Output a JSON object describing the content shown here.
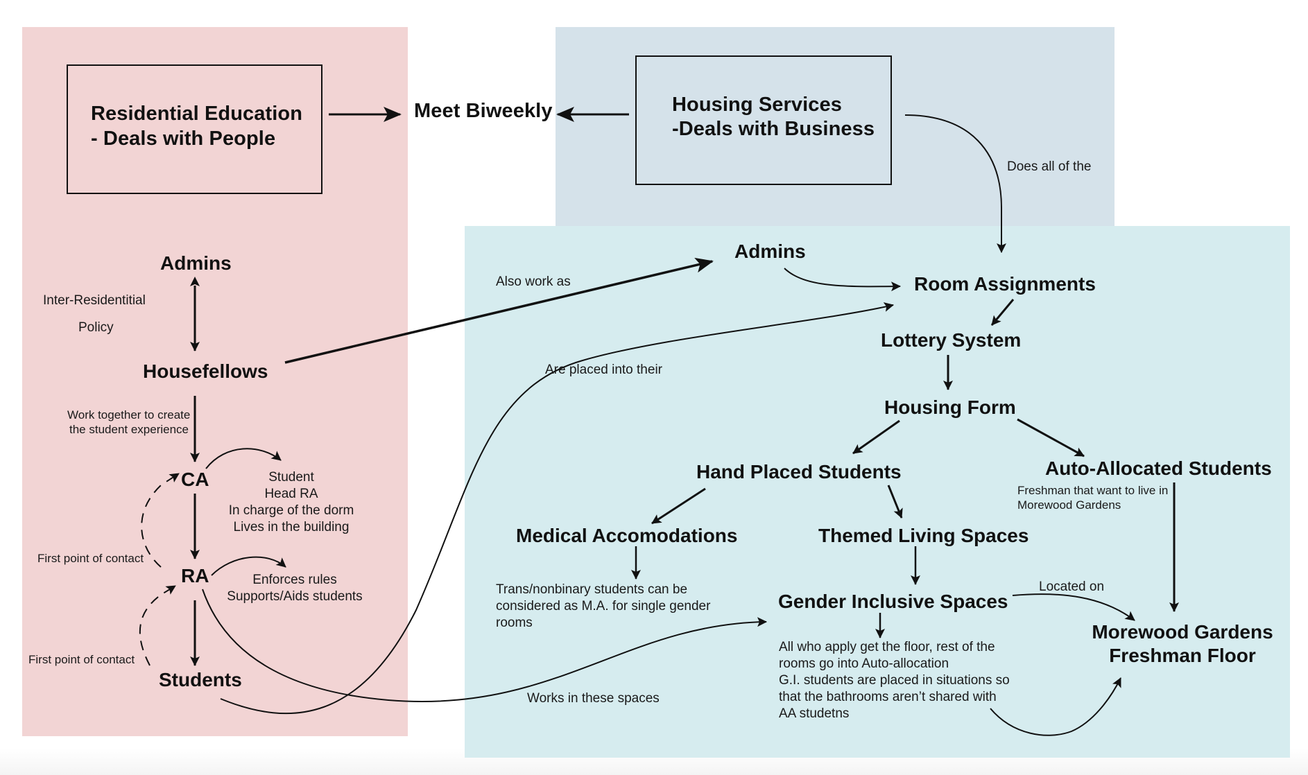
{
  "panels": {
    "reslife": {
      "color": "#f2d4d4"
    },
    "housing": {
      "color": "#d5e2ea"
    },
    "process": {
      "color": "#d6ecef"
    }
  },
  "header": {
    "resed_title": "Residential Education",
    "resed_sub": "- Deals with People",
    "meet": "Meet Biweekly",
    "housing_title": "Housing Services",
    "housing_sub": "-Deals with Business"
  },
  "left": {
    "admins": "Admins",
    "policy_line1": "Inter-Residentitial",
    "policy_line2": "Policy",
    "housefellows": "Housefellows",
    "work_together_line1": "Work together to create",
    "work_together_line2": "the student experience",
    "ca": "CA",
    "ca_desc": [
      "Student",
      "Head RA",
      "In charge of the dorm",
      "Lives in the building"
    ],
    "ra": "RA",
    "ra_desc": [
      "Enforces rules",
      "Supports/Aids students"
    ],
    "students": "Students",
    "first_contact_1": "First point of contact",
    "first_contact_2": "First point of contact"
  },
  "edges": {
    "also_work_as": "Also work as",
    "are_placed": "Are placed into their",
    "does_all": "Does all of the",
    "works_in": "Works in these spaces",
    "located_on": "Located on"
  },
  "right": {
    "admins": "Admins",
    "room_assignments": "Room Assignments",
    "lottery": "Lottery System",
    "housing_form": "Housing Form",
    "hand_placed": "Hand Placed Students",
    "auto_allocated": "Auto-Allocated Students",
    "auto_desc": [
      "Freshman that want to live in",
      "Morewood Gardens"
    ],
    "medical": "Medical Accomodations",
    "medical_desc": [
      "Trans/nonbinary students can be",
      "considered as M.A. for single gender",
      "rooms"
    ],
    "themed": "Themed Living Spaces",
    "gender_inclusive": "Gender Inclusive Spaces",
    "gi_desc": [
      "All who apply get the floor, rest of the",
      "rooms go into Auto-allocation",
      "G.I. students are placed in situations so",
      "that the bathrooms aren’t shared with",
      "AA studetns"
    ],
    "morewood_line1": "Morewood Gardens",
    "morewood_line2": "Freshman Floor"
  }
}
